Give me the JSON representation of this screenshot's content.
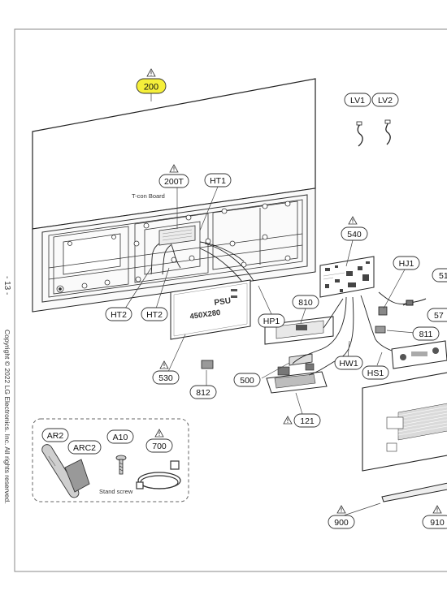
{
  "page": {
    "page_number": "- 13 -",
    "copyright": "Copyright © 2022 LG Electronics. Inc. All rights reserved."
  },
  "callouts": {
    "c200": "200",
    "c200T": "200T",
    "cHT1": "HT1",
    "cLV1": "LV1",
    "cLV2": "LV2",
    "c540": "540",
    "cHJ1": "HJ1",
    "c51": "51",
    "c57": "57",
    "c810": "810",
    "c811": "811",
    "cHT2a": "HT2",
    "cHT2b": "HT2",
    "cHP1": "HP1",
    "cHW1": "HW1",
    "cHS1": "HS1",
    "c500": "500",
    "c530": "530",
    "c812": "812",
    "c121": "121",
    "c900": "900",
    "c910": "910",
    "cAR2": "AR2",
    "cARC2": "ARC2",
    "cA10": "A10",
    "c700": "700"
  },
  "labels": {
    "tcon_board": "T-con Board",
    "psu_title": "PSU",
    "psu_size": "450X280",
    "stand_screw": "Stand screw"
  },
  "colors": {
    "highlight": "#f5ef3a",
    "line": "#333333"
  }
}
